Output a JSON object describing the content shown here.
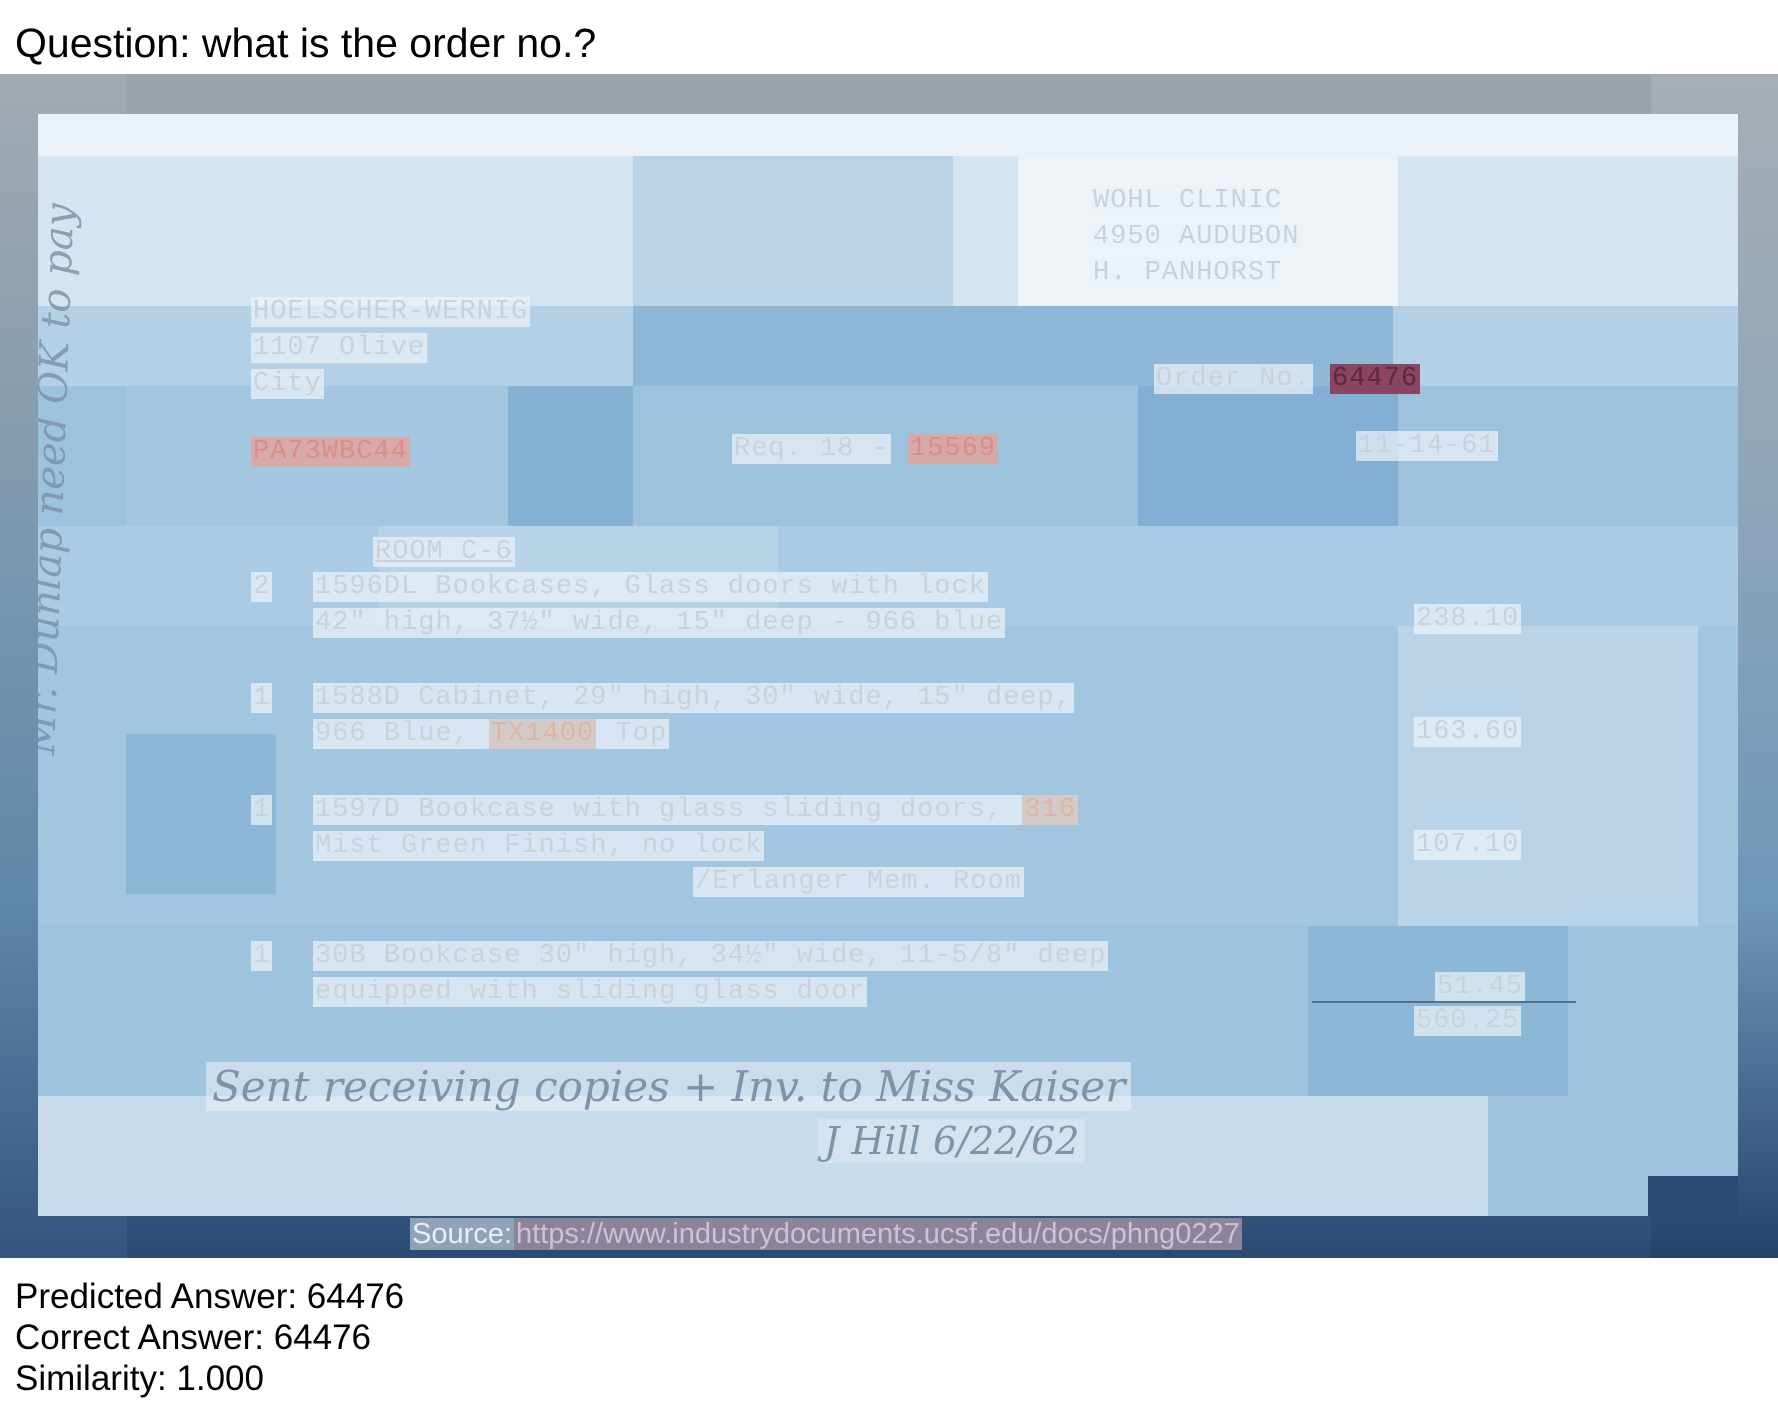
{
  "question": "Question: what is the order no.?",
  "document": {
    "recipient_addr": [
      "WOHL CLINIC",
      "4950 AUDUBON",
      "H. PANHORST"
    ],
    "vendor_addr": [
      "HOELSCHER-WERNIG",
      "1107 Olive",
      "City"
    ],
    "order_label": "Order No.",
    "order_no": "64476",
    "code": "PA73WBC44",
    "req_label": "Req. 18 -",
    "req_no": "15569",
    "date": "11-14-61",
    "room": "ROOM C-6",
    "items": [
      {
        "qty": "2",
        "line1": "1596DL Bookcases, Glass doors with lock",
        "line2": "42\" high, 37½\" wide, 15\" deep - 966 blue",
        "amount": "238.10"
      },
      {
        "qty": "1",
        "line1": "1588D Cabinet, 29\" high, 30\" wide, 15\" deep,",
        "line2_a": "966 Blue, ",
        "line2_b": "TX1400",
        "line2_c": " Top",
        "amount": "163.60"
      },
      {
        "qty": "1",
        "line1_a": "1597D Bookcase with glass sliding doors, ",
        "line1_b": "316",
        "line2": "Mist Green Finish, no lock",
        "line3": "/Erlanger Mem. Room",
        "amount": "107.10"
      },
      {
        "qty": "1",
        "line1": "30B Bookcase 30\" high, 34½\" wide, 11-5/8\" deep",
        "line2": "equipped with sliding glass door",
        "amount": "51.45"
      }
    ],
    "total": "560.25",
    "handwriting_margin": "Mr. Dunlap need OK to pay",
    "handwriting_bottom": "Sent receiving copies + Inv. to Miss Kaiser",
    "handwriting_sign": "J Hill 6/22/62",
    "source_label": "Source:",
    "source_url": "https://www.industrydocuments.ucsf.edu/docs/phng0227"
  },
  "results": {
    "predicted": "Predicted Answer: 64476",
    "correct": "Correct Answer: 64476",
    "similarity": "Similarity: 1.000"
  },
  "colors": {
    "heat_light": "#e8f0f7",
    "heat_mid": "#a9cbe3",
    "heat_dark": "#7aaccf",
    "highlight_order": "#8a4560",
    "highlight_red": "#e8a096"
  }
}
